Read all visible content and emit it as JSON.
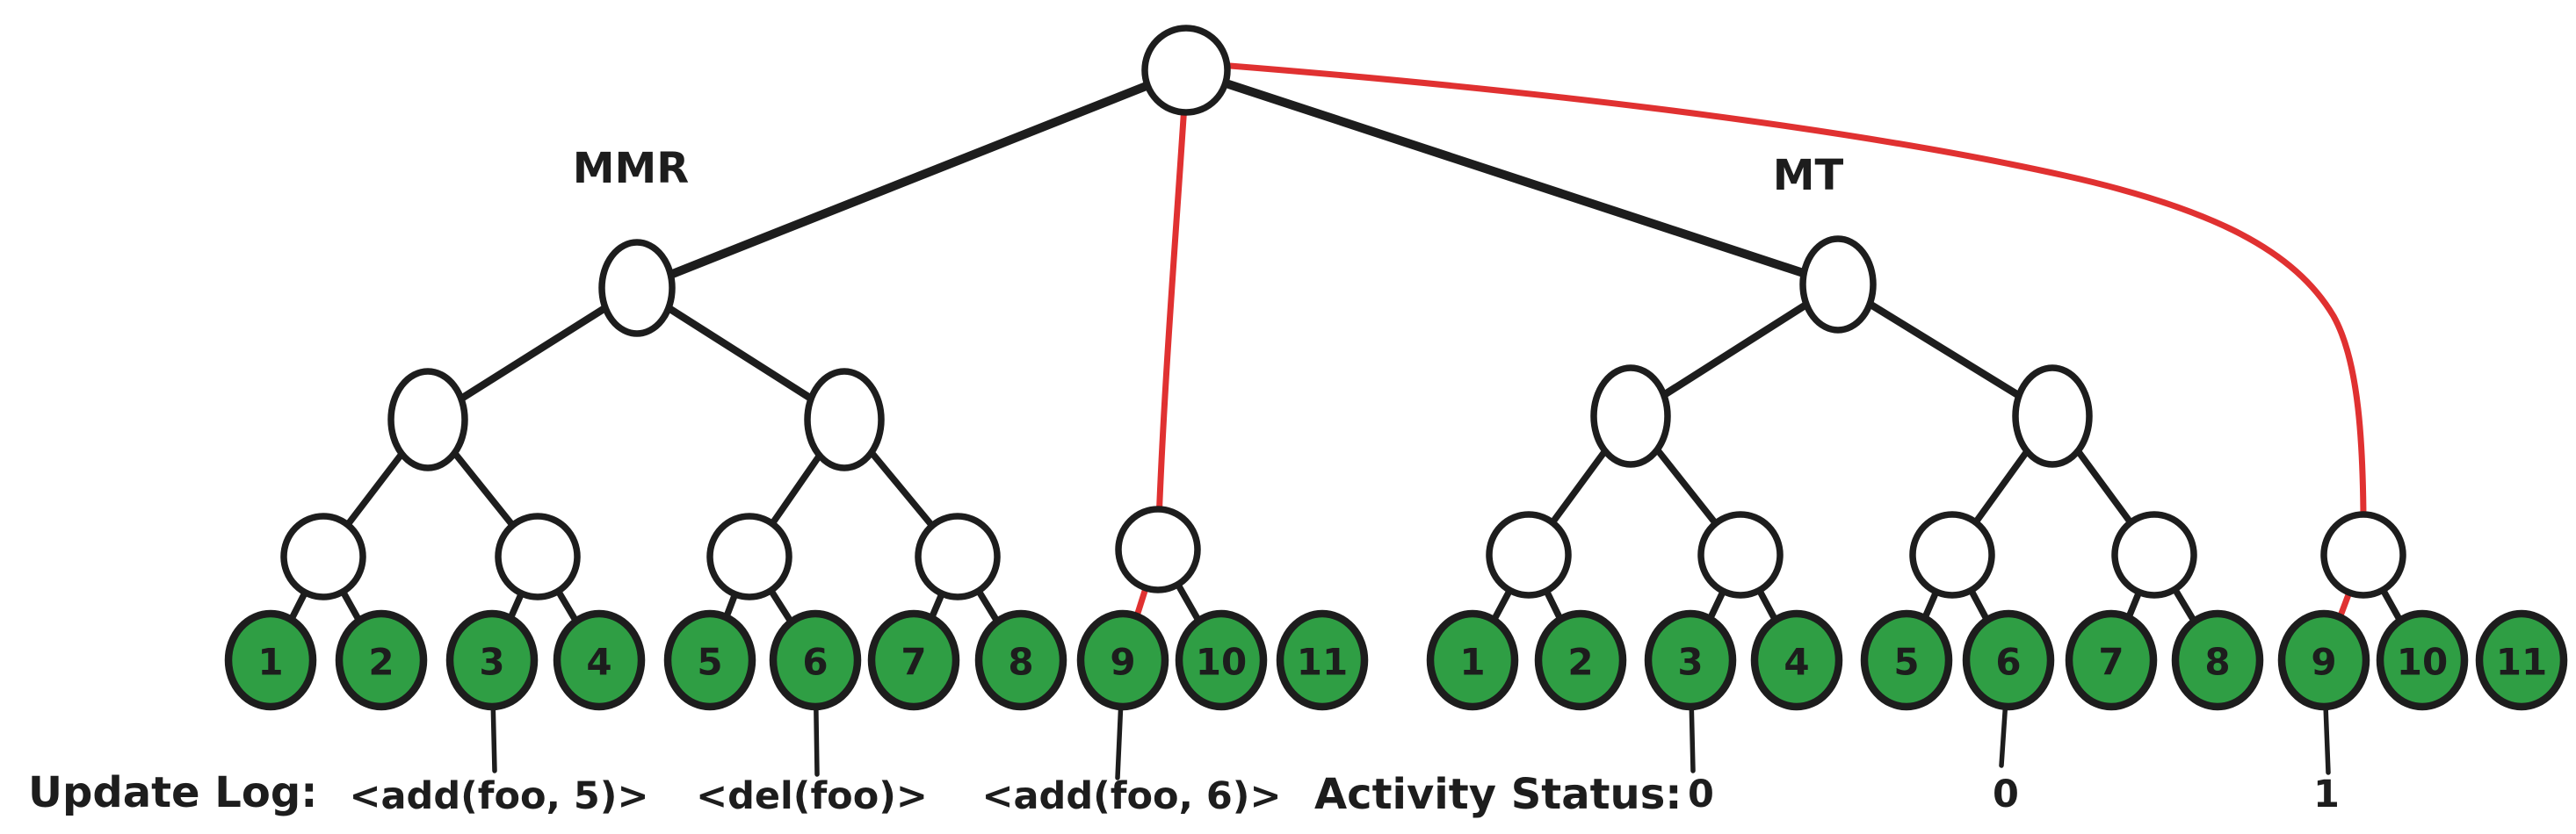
{
  "title": "MMR vs MT sync diagram",
  "colors": {
    "stroke": "#1d1d1d",
    "leaf_fill": "#2f9e44",
    "highlight": "#e03131",
    "node_fill": "#ffffff"
  },
  "mmr": {
    "label": "MMR",
    "leaves": [
      "1",
      "2",
      "3",
      "4",
      "5",
      "6",
      "7",
      "8",
      "9",
      "10",
      "11"
    ]
  },
  "mt": {
    "label": "MT",
    "leaves": [
      "1",
      "2",
      "3",
      "4",
      "5",
      "6",
      "7",
      "8",
      "9",
      "10",
      "11"
    ]
  },
  "update_log": {
    "label": "Update Log:",
    "entries": [
      "<add(foo, 5)>",
      "<del(foo)>",
      "<add(foo, 6)>"
    ]
  },
  "activity": {
    "label": "Activity Status:",
    "values": [
      "0",
      "0",
      "1"
    ]
  }
}
